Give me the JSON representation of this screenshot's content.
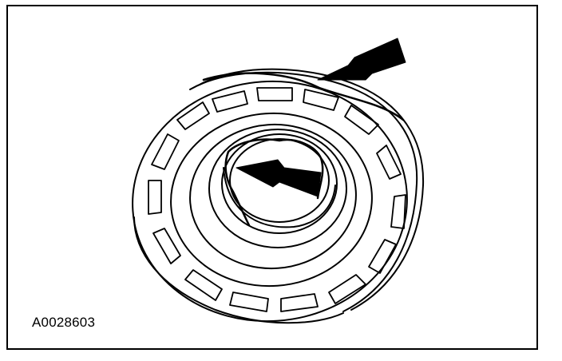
{
  "figure": {
    "id_label": "A0028603",
    "subject": "seal-ring-illustration",
    "arrows": [
      "outer-seal-arrow",
      "inner-seal-arrow"
    ],
    "colors": {
      "line": "#000000",
      "fill": "#ffffff"
    }
  }
}
